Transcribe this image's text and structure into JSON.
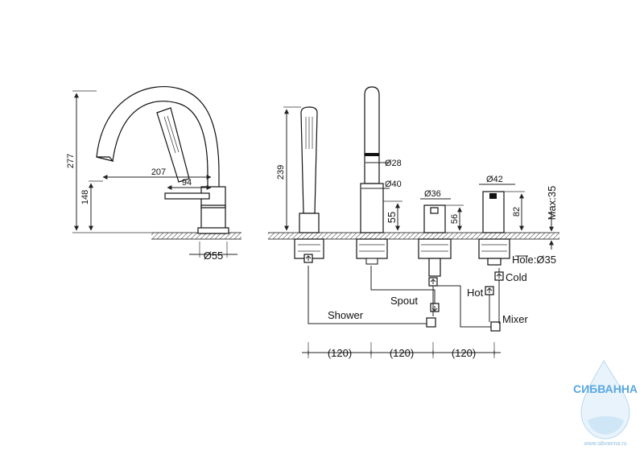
{
  "dimensions": {
    "height_277": "277",
    "spout_reach_207": "207",
    "height_148": "148",
    "reach_94": "94",
    "base_dia_55": "Ø55",
    "handshower_239": "239",
    "dia_28": "Ø28",
    "dia_40": "Ø40",
    "height_55": "55",
    "dia_36": "Ø36",
    "height_56": "56",
    "dia_42": "Ø42",
    "height_82": "82",
    "max_35": "Max:35",
    "hole_35": "Hole:Ø35",
    "spacing_1": "(120)",
    "spacing_2": "(120)",
    "spacing_3": "(120)"
  },
  "labels": {
    "shower": "Shower",
    "spout": "Spout",
    "hot": "Hot",
    "cold": "Cold",
    "mixer": "Mixer"
  },
  "watermark": {
    "brand": "СИБВАННА",
    "url": "www.sibvanna.ru"
  },
  "colors": {
    "line": "#222222",
    "watermark_blue": "#5aa7e0"
  }
}
